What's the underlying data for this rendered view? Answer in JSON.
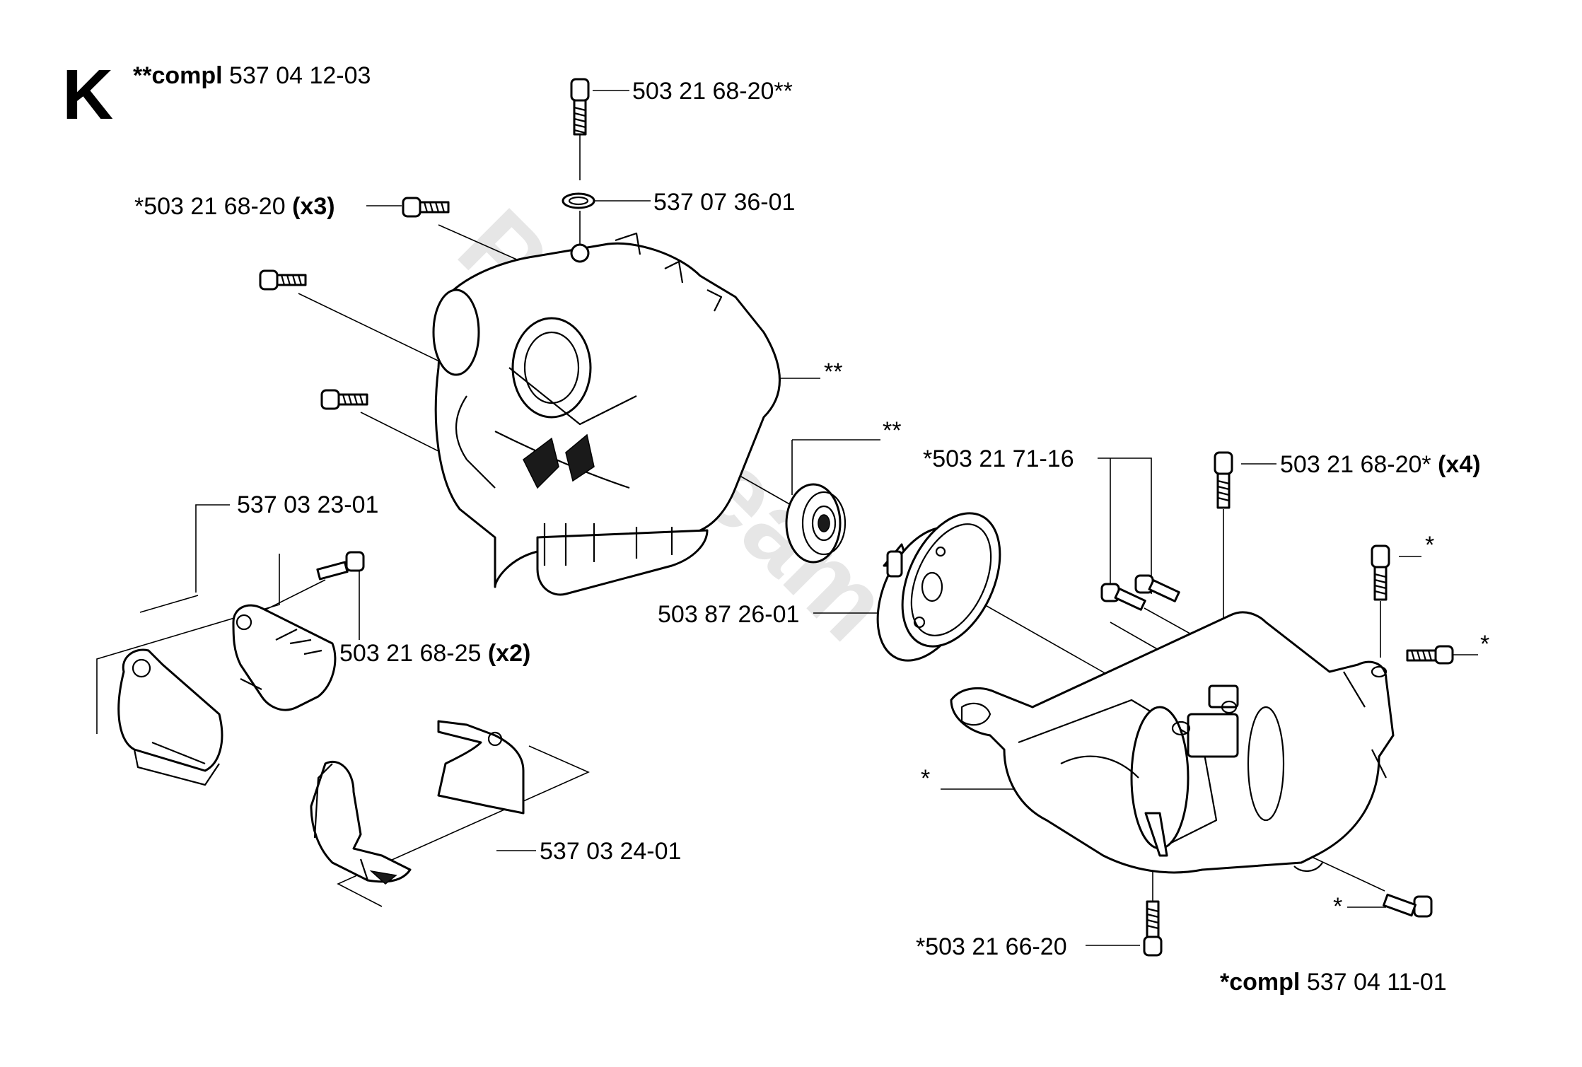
{
  "section_letter": "K",
  "watermark": "Partstream",
  "colors": {
    "line": "#000000",
    "background": "#ffffff",
    "watermark": "#e6e6e6"
  },
  "kits": {
    "top_left": {
      "prefix": "**compl",
      "number": "537 04 12-03"
    },
    "bottom_right": {
      "prefix": "*compl",
      "number": "537 04 11-01"
    }
  },
  "labels": {
    "screw_top": "503 21 68-20**",
    "washer": "537 07 36-01",
    "screw_x3": "*503 21 68-20",
    "qty_x3": "(x3)",
    "case_left_mark": "**",
    "bearing_mark": "**",
    "part_537_03_23_01": "537 03 23-01",
    "screw_x2": "503 21 68-25",
    "qty_x2": "(x2)",
    "clutch_drum": "503 87 26-01",
    "part_537_03_24_01": "537 03 24-01",
    "screw_71_16": "*503 21 71-16",
    "screw_x4": "503 21 68-20*",
    "qty_x4": "(x4)",
    "star_1": "*",
    "star_2": "*",
    "star_case": "*",
    "star_3": "*",
    "screw_66_20": "*503 21 66-20"
  }
}
